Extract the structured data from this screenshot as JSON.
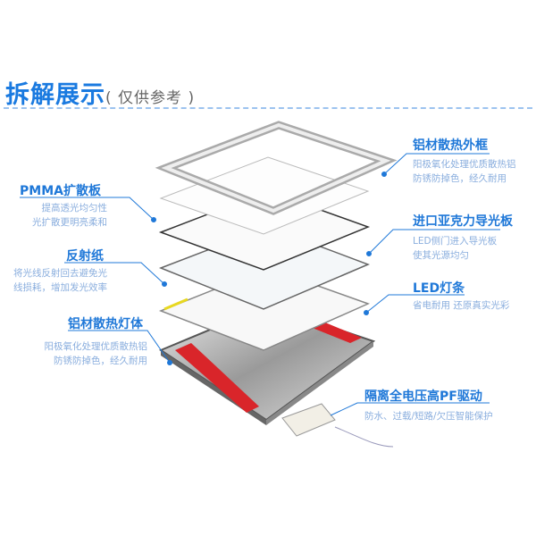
{
  "header": {
    "title": "拆解展示",
    "subtitle": "( 仅供参考 )"
  },
  "callouts": [
    {
      "title": "铝材散热外框",
      "lines": [
        "阳极氧化处理优质散热铝",
        "防锈防掉色，经久耐用"
      ]
    },
    {
      "title": "PMMA扩散板",
      "lines": [
        "提高透光均匀性",
        "光扩散更明亮柔和"
      ]
    },
    {
      "title": "进口亚克力导光板",
      "lines": [
        "LED侧门进入导光板",
        "使其光源均匀"
      ]
    },
    {
      "title": "反射纸",
      "lines": [
        "将光线反射回去避免光",
        "线损耗，增加发光效率"
      ]
    },
    {
      "title": "LED灯条",
      "lines": [
        "省电耐用 还原真实光彩"
      ]
    },
    {
      "title": "铝材散热灯体",
      "lines": [
        "阳极氧化处理优质散热铝",
        "防锈防掉色，经久耐用"
      ]
    },
    {
      "title": "隔离全电压高PF驱动",
      "lines": [
        "防水、过载/短路/欠压智能保护"
      ]
    }
  ],
  "colors": {
    "accent": "#1f78d8",
    "strip": "#d9252a"
  }
}
